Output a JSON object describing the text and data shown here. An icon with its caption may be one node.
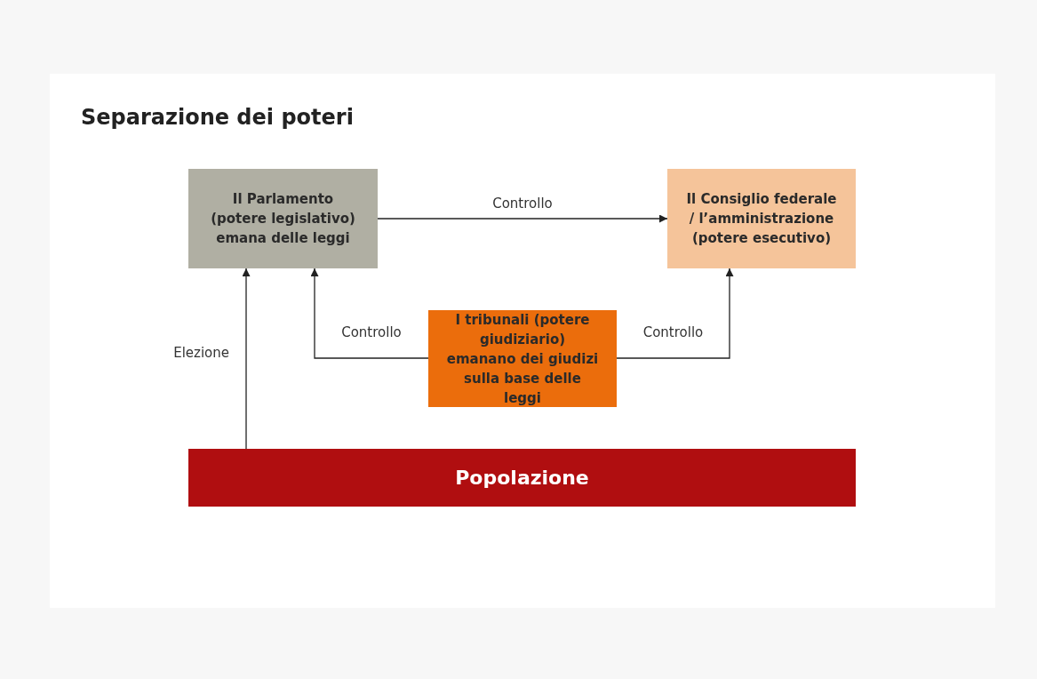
{
  "diagram": {
    "title": "Separazione dei poteri",
    "nodes": [
      {
        "text": [
          "Il Parlamento (potere legislativo) emana delle leggi"
        ]
      },
      {
        "text": [
          "Il Consiglio federale / l’amministrazione (potere esecutivo)"
        ]
      },
      {
        "text": [
          "I tribunali (potere giudiziario) emanano dei giudizi sulla base delle leggi"
        ]
      },
      {
        "text": [
          "Popolazione"
        ]
      }
    ],
    "edges": [
      {
        "from": 0,
        "to": 1,
        "arrow": "to",
        "label": "Controllo"
      },
      {
        "from": 3,
        "to": 0,
        "arrow": "to",
        "label": "Elezione"
      },
      {
        "from": 2,
        "to": 0,
        "arrow": "to",
        "label": "Controllo"
      },
      {
        "from": 2,
        "to": 1,
        "arrow": "to",
        "label": "Controllo"
      }
    ]
  }
}
